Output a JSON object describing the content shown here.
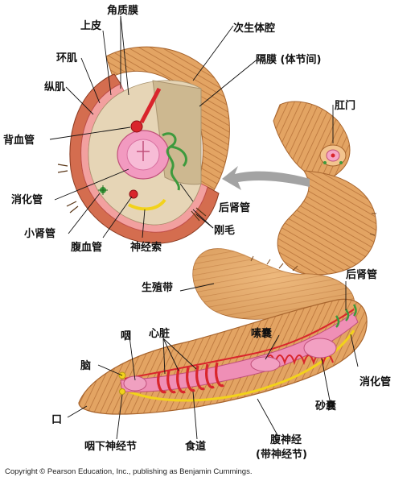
{
  "labels": {
    "jiaozhimo": "角质膜",
    "shangpi": "上皮",
    "cishengtiqiang": "次生体腔",
    "huanji": "环肌",
    "gemo": "隔膜 (体节间)",
    "zongji": "纵肌",
    "gangmen": "肛门",
    "beixueguan": "背血管",
    "xiaohuaguan_left": "消化管",
    "houshenguan_cross": "后肾管",
    "xiaoshenguan": "小肾管",
    "gangmao": "刚毛",
    "fuxueguan": "腹血管",
    "shenjingsuo": "神经索",
    "shengzhidai": "生殖带",
    "houshenguan_body": "后肾管",
    "yan": "咽",
    "xinzang": "心脏",
    "sunang": "嗉囊",
    "nao": "脑",
    "xiaohuaguan_body": "消化管",
    "kou": "口",
    "shanang": "砂囊",
    "yanxiashenjingjie": "咽下神经节",
    "shidao": "食道",
    "fushenjing": "腹神经",
    "daishenjingjie": "(带神经节)"
  },
  "credit": "Copyright © Pearson Education, Inc., publishing as Benjamin Cummings.",
  "colors": {
    "body_tan": "#e3a463",
    "body_dark": "#b86f35",
    "gut_pink": "#ef8fb6",
    "vessel_red": "#d9252c",
    "nerve_yellow": "#f2d21b",
    "nephridia_green": "#3d9a3d",
    "coelom_tan": "#d8c5a3",
    "arrow_gray": "#9a9a9a"
  }
}
